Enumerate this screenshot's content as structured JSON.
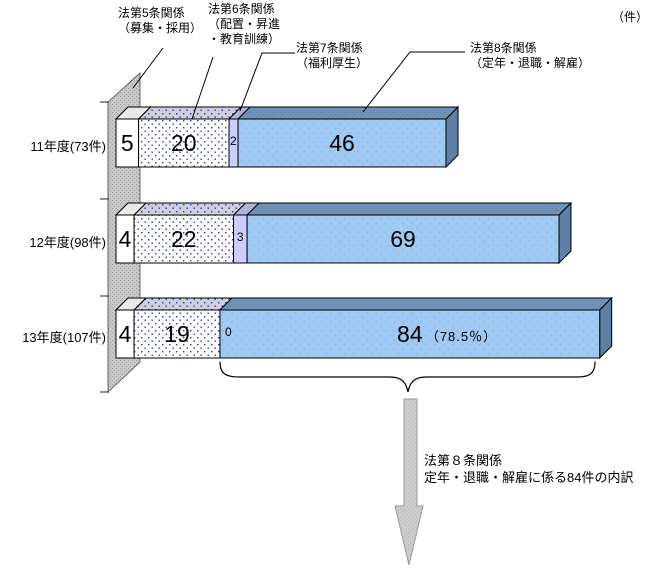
{
  "unit_label": "（件）",
  "callouts": {
    "art5": {
      "line1": "法第5条関係",
      "line2": "（募集・採用）"
    },
    "art6": {
      "line1": "法第6条関係",
      "line2": "（配置・昇進",
      "line3": "・教育訓練）"
    },
    "art7": {
      "line1": "法第7条関係",
      "line2": "（福利厚生）"
    },
    "art8": {
      "line1": "法第8条関係",
      "line2": "（定年・退職・解雇）"
    }
  },
  "chart_data": {
    "type": "bar",
    "subtype": "horizontal-stacked-3d",
    "unit": "件",
    "categories": [
      "11年度(73件)",
      "12年度(98件)",
      "13年度(107件)"
    ],
    "totals": [
      73,
      98,
      107
    ],
    "series": [
      {
        "name": "法第5条関係（募集・採用）",
        "values": [
          5,
          4,
          4
        ]
      },
      {
        "name": "法第6条関係（配置・昇進・教育訓練）",
        "values": [
          20,
          22,
          19
        ]
      },
      {
        "name": "法第7条関係（福利厚生）",
        "values": [
          2,
          3,
          0
        ]
      },
      {
        "name": "法第8条関係（定年・退職・解雇）",
        "values": [
          46,
          69,
          84
        ]
      }
    ],
    "annotations": {
      "bar3_art8_share": "（78.5％）"
    },
    "legend_position": "callout-labels",
    "grid": false,
    "axis_wall": "left-gray-3d"
  },
  "footnote": {
    "line1": "法第８条関係",
    "line2": "定年・退職・解雇に係る84件の内訳"
  },
  "colors": {
    "segment_white": "#ffffff",
    "segment_dotted_bg": "#ffffff",
    "segment_dot": "#2a35b5",
    "segment_lavender": "#ccccff",
    "segment_blue": "#9dc9f3",
    "blue_top": "#7093b9",
    "blue_side": "#5e80a4",
    "wall_gray": "#c8c8c8",
    "arrow_gray": "#cdcdcd"
  }
}
